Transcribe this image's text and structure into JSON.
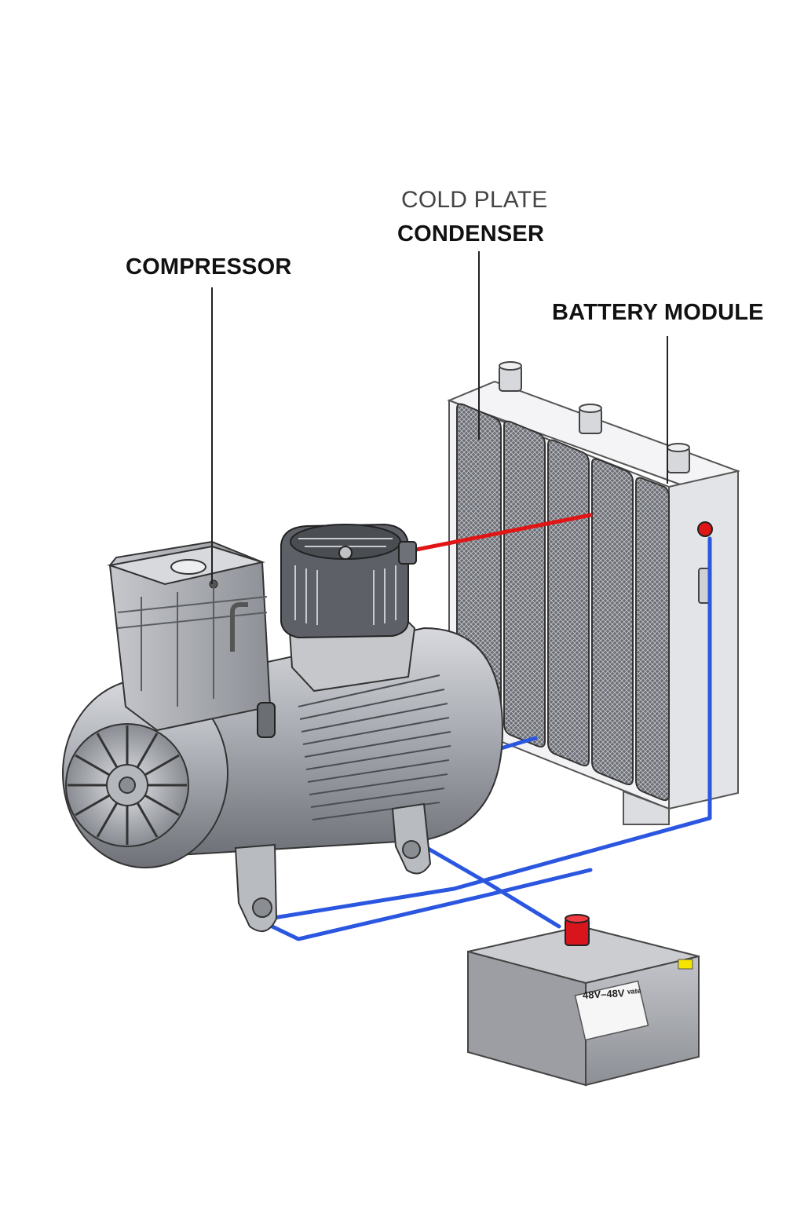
{
  "labels": {
    "compressor": "COMPRESSOR",
    "cold_plate_line1": "COLD PLATE",
    "cold_plate_line2": "CONDENSER",
    "battery_module": "BATTERY MODULE"
  },
  "battery": {
    "tag_text": "48V–48V ᵛᵃᵗᵉ"
  },
  "colors": {
    "hot_line": "#e01515",
    "cold_line": "#2b56e0",
    "metal": "#b9bcc2",
    "dark_metal": "#5d6066",
    "battery_body": "#a8aab0",
    "terminal": "#d8141c",
    "warning_tag": "#f5e400"
  },
  "icons": [
    "compressor-fan-icon",
    "motor-fan-icon",
    "cold-plate-grille",
    "battery-terminal"
  ]
}
